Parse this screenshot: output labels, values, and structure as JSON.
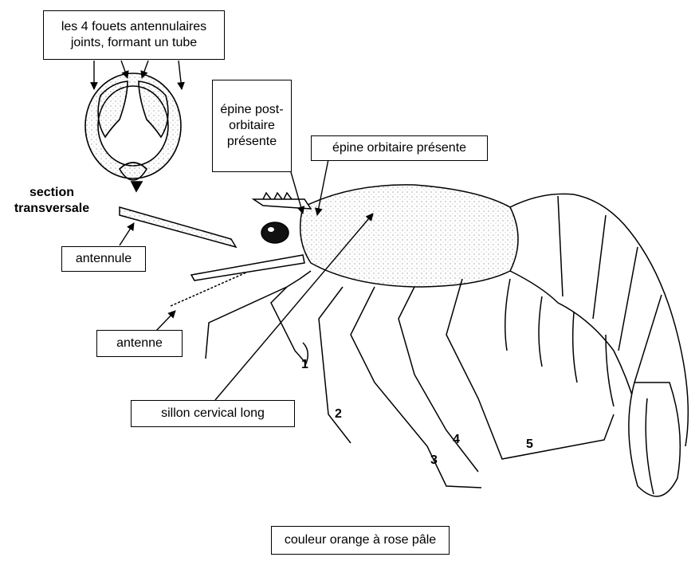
{
  "labels": {
    "fouets": "les 4 fouets antennulaires joints, formant un tube",
    "section": "section transversale",
    "epine_post": "épine post-orbitaire présente",
    "epine_orb": "épine orbitaire présente",
    "antennule": "antennule",
    "antenne": "antenne",
    "sillon": "sillon cervical long",
    "couleur": "couleur orange à rose pâle"
  },
  "legs": [
    "1",
    "2",
    "3",
    "4",
    "5"
  ]
}
